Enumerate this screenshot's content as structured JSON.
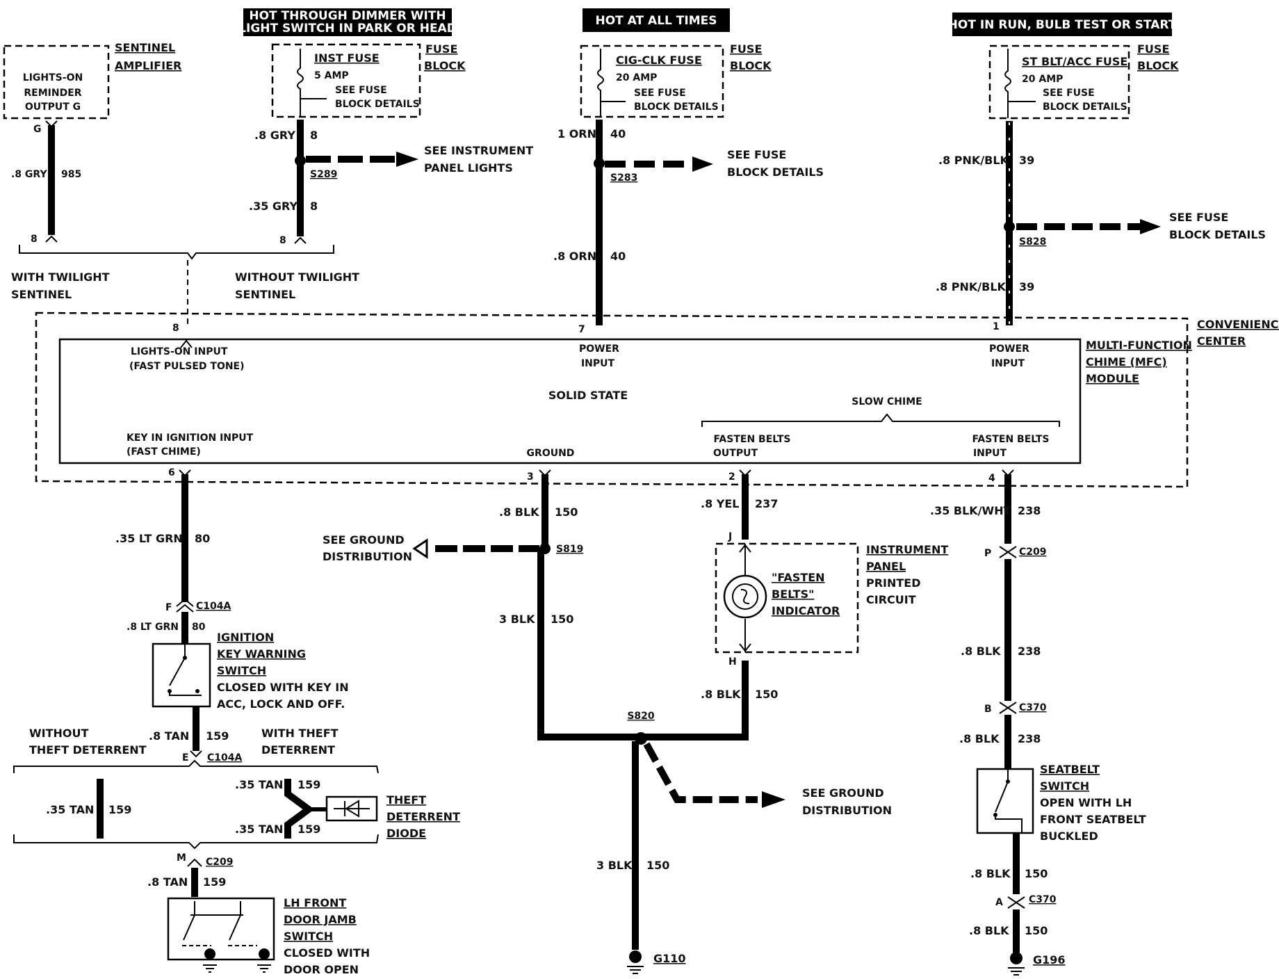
{
  "sources": {
    "dimmer": "HOT THROUGH DIMMER WITH",
    "dimmer2": "LIGHT SWITCH IN PARK OR HEAD",
    "all_times": "HOT AT ALL TIMES",
    "run": "HOT IN RUN, BULB TEST OR START"
  },
  "sentinel": {
    "box1": "LIGHTS-ON",
    "box2": "REMINDER",
    "box3": "OUTPUT G",
    "name1": "SENTINEL",
    "name2": "AMPLIFIER",
    "pin_top": "G",
    "wire": ".8 GRY",
    "circuit": "985",
    "pin_bottom": "8"
  },
  "inst_fuse": {
    "name": "INST FUSE",
    "amp": "5 AMP",
    "see1": "SEE FUSE",
    "see2": "BLOCK DETAILS",
    "fb1": "FUSE",
    "fb2": "BLOCK",
    "wire1": ".8 GRY",
    "c1": "8",
    "splice": "S289",
    "arrow1": "SEE INSTRUMENT",
    "arrow2": "PANEL LIGHTS",
    "wire2": ".35 GRY",
    "c2": "8",
    "pin": "8"
  },
  "cig_fuse": {
    "name": "CIG-CLK FUSE",
    "amp": "20 AMP",
    "see1": "SEE FUSE",
    "see2": "BLOCK DETAILS",
    "fb1": "FUSE",
    "fb2": "BLOCK",
    "wire1": "1 ORN",
    "c1": "40",
    "splice": "S283",
    "arrow1": "SEE FUSE",
    "arrow2": "BLOCK DETAILS",
    "wire2": ".8 ORN",
    "c2": "40",
    "pin": "7"
  },
  "st_fuse": {
    "name": "ST BLT/ACC FUSE",
    "amp": "20 AMP",
    "see1": "SEE FUSE",
    "see2": "BLOCK DETAILS",
    "fb1": "FUSE",
    "fb2": "BLOCK",
    "wire1": ".8 PNK/BLK",
    "c1": "39",
    "splice": "S828",
    "arrow1": "SEE FUSE",
    "arrow2": "BLOCK DETAILS",
    "wire2": ".8 PNK/BLK",
    "c2": "39",
    "pin": "1"
  },
  "options": {
    "with1": "WITH TWILIGHT",
    "with2": "SENTINEL",
    "without1": "WITHOUT TWILIGHT",
    "without2": "SENTINEL"
  },
  "module": {
    "cc1": "CONVENIENCE",
    "cc2": "CENTER",
    "mfc1": "MULTI-FUNCTION",
    "mfc2": "CHIME (MFC)",
    "mfc3": "MODULE",
    "pin8": "8",
    "lights_on1": "LIGHTS-ON INPUT",
    "lights_on2": "(FAST PULSED TONE)",
    "power1": "POWER",
    "power2": "INPUT",
    "solid_state": "SOLID STATE",
    "slow_chime": "SLOW CHIME",
    "key1": "KEY IN IGNITION INPUT",
    "key2": "(FAST CHIME)",
    "ground": "GROUND",
    "fbo1": "FASTEN BELTS",
    "fbo2": "OUTPUT",
    "fbi1": "FASTEN BELTS",
    "fbi2": "INPUT",
    "pin6": "6",
    "pin3": "3",
    "pin2": "2",
    "pin4": "4"
  },
  "key_circuit": {
    "wire1": ".35 LT GRN",
    "c1": "80",
    "conn1_pin": "F",
    "conn1": "C104A",
    "wire2": ".8 LT GRN",
    "c2": "80",
    "sw1": "IGNITION",
    "sw2": "KEY WARNING",
    "sw3": "SWITCH",
    "sw4": "CLOSED WITH KEY IN",
    "sw5": "ACC, LOCK AND OFF.",
    "wire3": ".8 TAN",
    "c3": "159",
    "conn2_pin": "E",
    "conn2": "C104A",
    "without1": "WITHOUT",
    "without2": "THEFT DETERRENT",
    "with1": "WITH THEFT",
    "with2": "DETERRENT",
    "wire4": ".35 TAN",
    "c4": "159",
    "wire5": ".35 TAN",
    "c5": "159",
    "wire6": ".35 TAN",
    "c6": "159",
    "diode1": "THEFT",
    "diode2": "DETERRENT",
    "diode3": "DIODE",
    "conn3_pin": "M",
    "conn3": "C209",
    "wire7": ".8 TAN",
    "c7": "159",
    "door1": "LH FRONT",
    "door2": "DOOR JAMB",
    "door3": "SWITCH",
    "door4": "CLOSED WITH",
    "door5": "DOOR OPEN"
  },
  "ground_circuit": {
    "wire1": ".8 BLK",
    "c1": "150",
    "splice": "S819",
    "see1": "SEE GROUND",
    "see2": "DISTRIBUTION",
    "wire2": "3 BLK",
    "c2": "150",
    "splice2": "S820",
    "see3": "SEE GROUND",
    "see4": "DISTRIBUTION",
    "wire3": "3 BLK",
    "c3": "150",
    "ground": "G110"
  },
  "indicator": {
    "wire1": ".8 YEL",
    "c1": "237",
    "pin_j": "J",
    "pin_h": "H",
    "name1": "\"FASTEN",
    "name2": "BELTS\"",
    "name3": "INDICATOR",
    "ipc1": "INSTRUMENT",
    "ipc2": "PANEL",
    "ipc3": "PRINTED",
    "ipc4": "CIRCUIT",
    "wire2": ".8 BLK",
    "c2": "150"
  },
  "seatbelt": {
    "wire1": ".35 BLK/WHT",
    "c1": "238",
    "conn1_pin": "P",
    "conn1": "C209",
    "wire2": ".8 BLK",
    "c2": "238",
    "conn2_pin": "B",
    "conn2": "C370",
    "wire3": ".8 BLK",
    "c3": "238",
    "sw1": "SEATBELT",
    "sw2": "SWITCH",
    "sw3": "OPEN WITH LH",
    "sw4": "FRONT SEATBELT",
    "sw5": "BUCKLED",
    "wire4": ".8 BLK",
    "c4": "150",
    "conn3_pin": "A",
    "conn3": "C370",
    "wire5": ".8 BLK",
    "c5": "150",
    "ground": "G196"
  }
}
